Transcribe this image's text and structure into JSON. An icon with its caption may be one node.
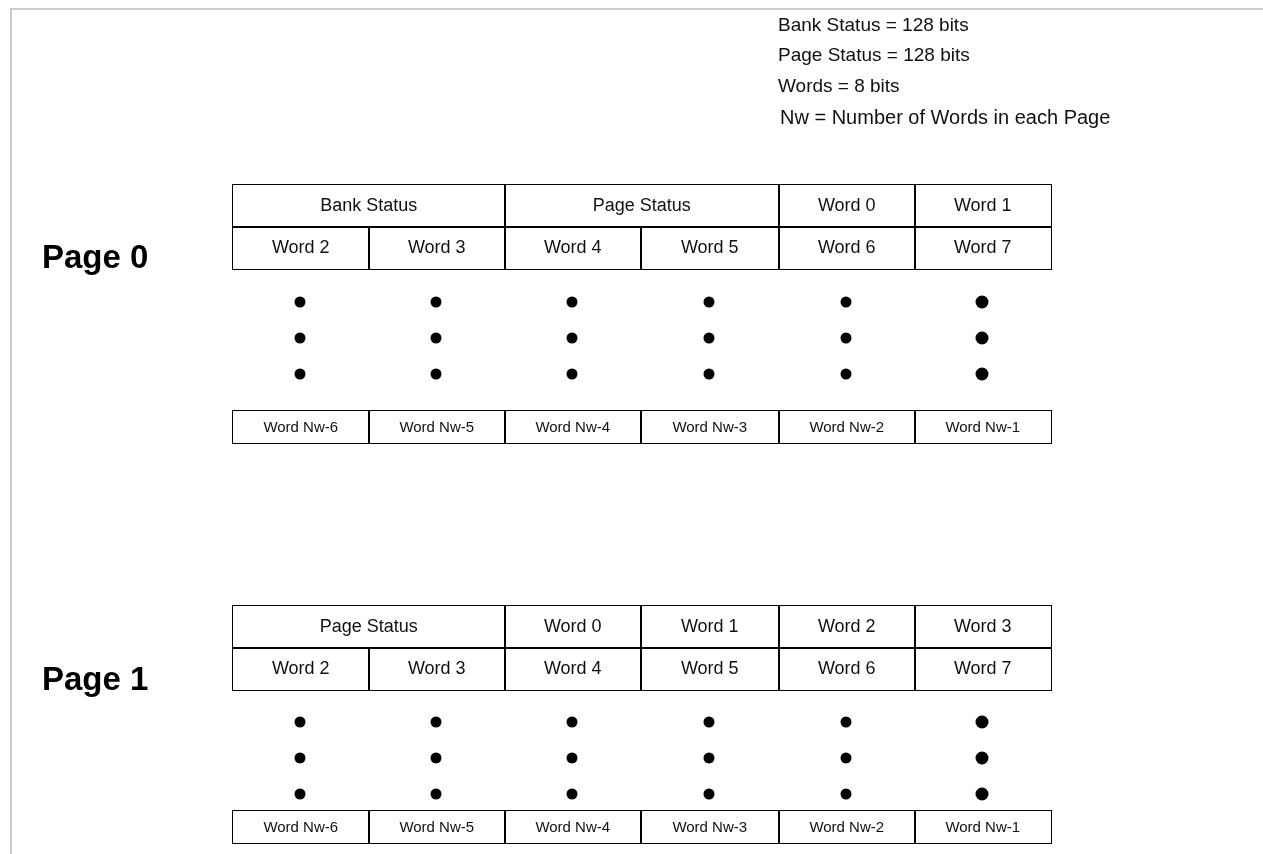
{
  "diagram": {
    "labels": [
      "Bank Status = 128 bits",
      "Page Status = 128 bits",
      "Words = 8 bits",
      "Nw = Number of Words in each Page",
      "Page 0",
      "Bank Status",
      "Page Status",
      "Word 0",
      "Word 1",
      "Word 2",
      "Word 3",
      "Word 4",
      "Word 5",
      "Word 6",
      "Word 7",
      "Word Nw-6",
      "Word Nw-5",
      "Word Nw-4",
      "Word Nw-3",
      "Word Nw-2",
      "Word Nw-1",
      "Page 1",
      "Page Status",
      "Word 0",
      "Word 1",
      "Word 2",
      "Word 3",
      "Word 2",
      "Word 3",
      "Word 4",
      "Word 5",
      "Word 6",
      "Word 7",
      "Word Nw-6",
      "Word Nw-5",
      "Word Nw-4",
      "Word Nw-3",
      "Word Nw-2",
      "Word Nw-1"
    ]
  }
}
